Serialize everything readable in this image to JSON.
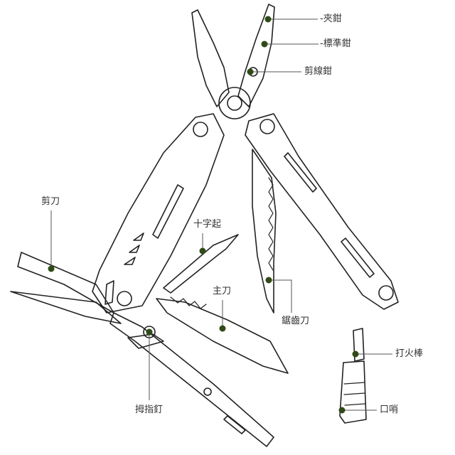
{
  "colors": {
    "dot": "#2f4a17",
    "line": "#222222",
    "leader": "#555555"
  },
  "labels": {
    "clamp_pliers": "-夾鉗",
    "standard_pliers": "-標準鉗",
    "wire_cutter": "剪線鉗",
    "scissors": "剪刀",
    "phillips_screwdriver": "十字起",
    "main_blade": "主刀",
    "serrated_blade": "鋸齒刀",
    "fire_starter": "打火棒",
    "whistle": "口哨",
    "thumb_stud": "拇指釘"
  }
}
